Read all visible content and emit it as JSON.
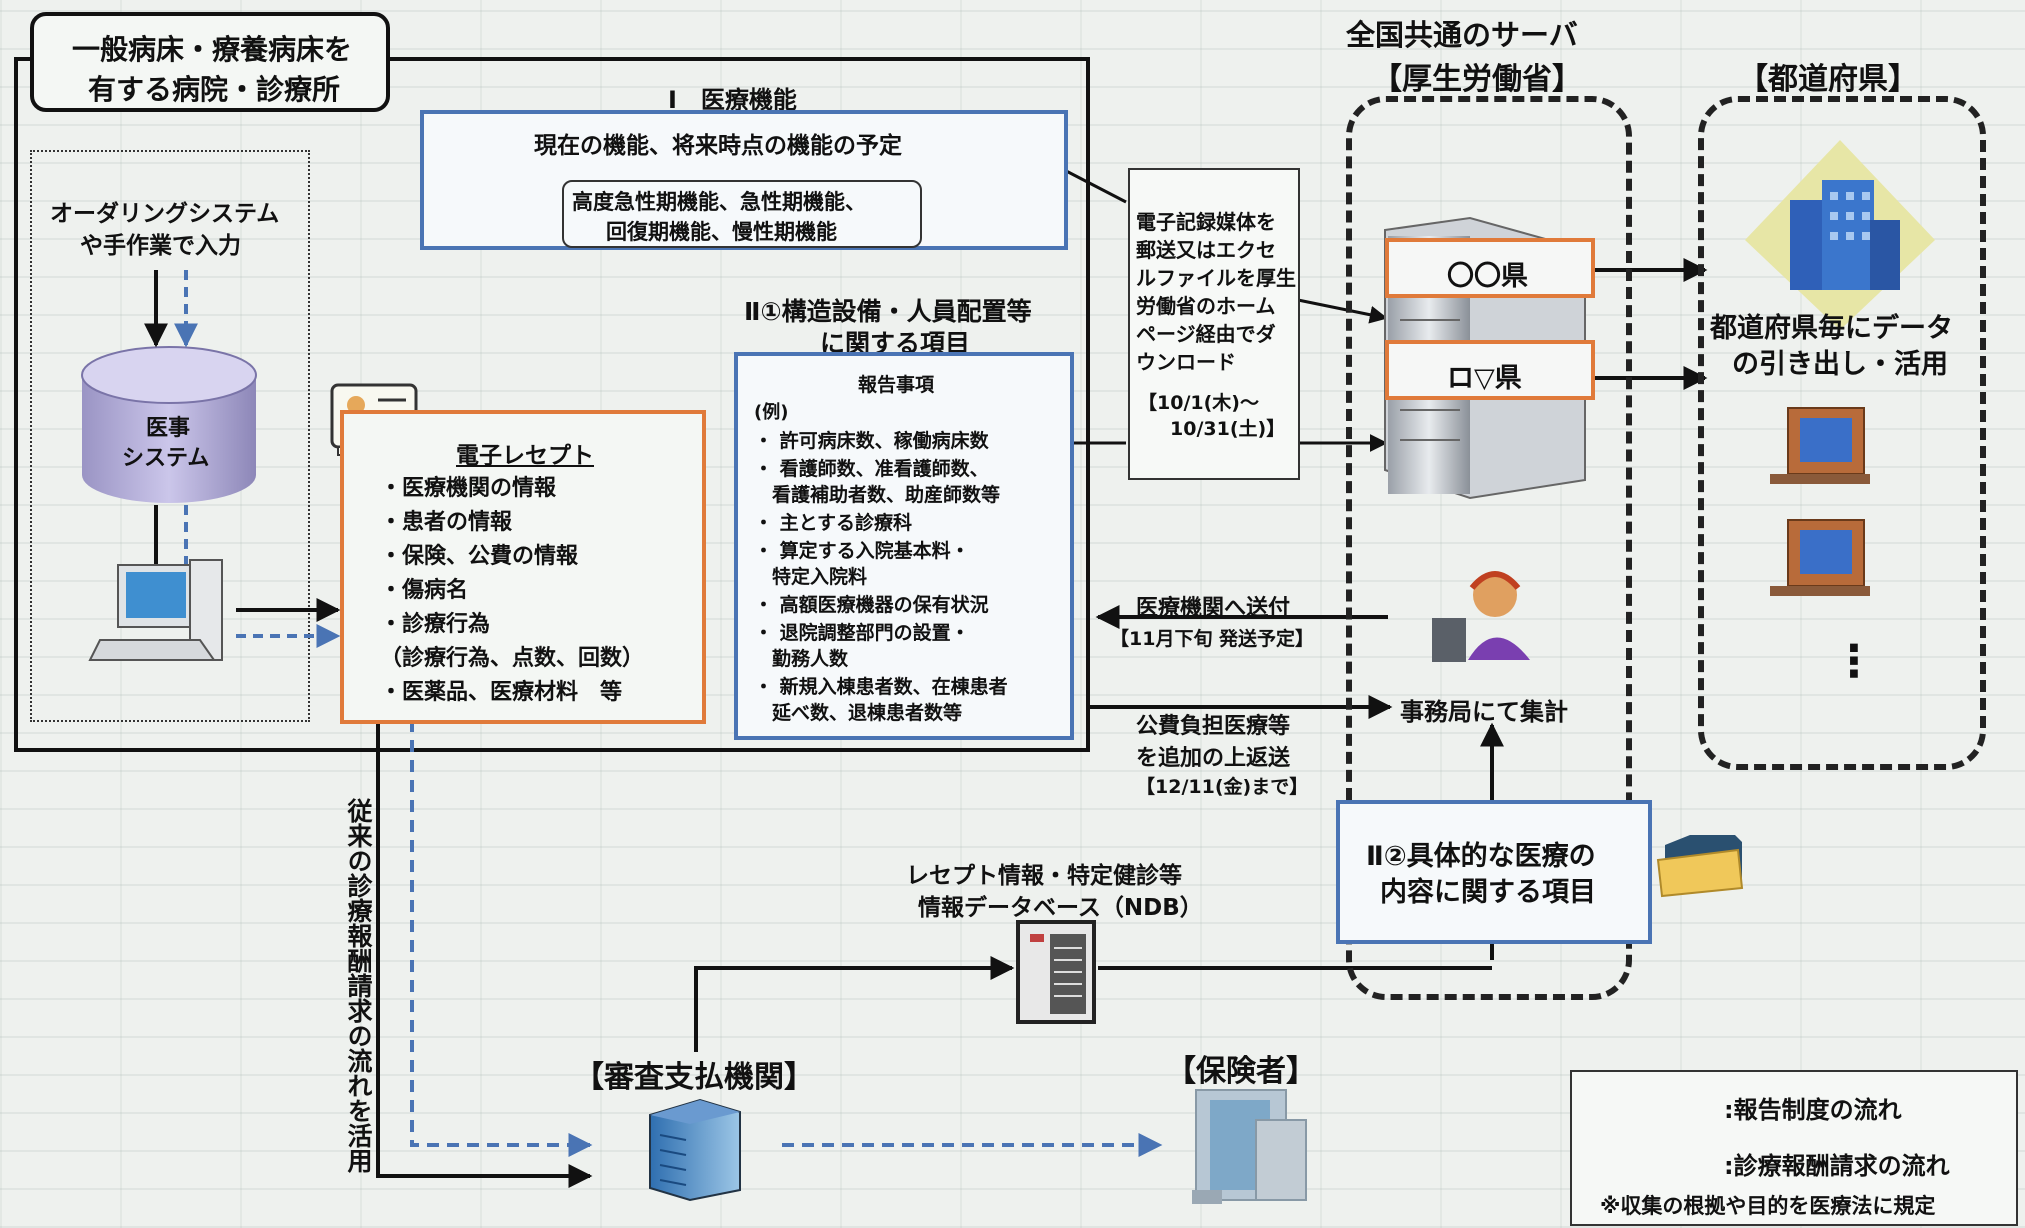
{
  "hospital_title_line1": "一般病床・療養病床を",
  "hospital_title_line2": "有する病院・診療所",
  "ordering_line1": "オーダリングシステム",
  "ordering_line2": "や手作業で入力",
  "medical_system_line1": "医事",
  "medical_system_line2": "システム",
  "section1": {
    "title": "Ⅰ　医療機能",
    "note": "現在の機能、将来時点の機能の予定",
    "functions_line1": "高度急性期機能、急性期機能、",
    "functions_line2": "回復期機能、慢性期機能"
  },
  "section2_1": {
    "title_line1": "Ⅱ①構造設備・人員配置等",
    "title_line2": "に関する項目",
    "header": "報告事項",
    "example": "(例)",
    "items": [
      "・ 許可病床数、稼働病床数",
      "・ 看護師数、准看護師数、",
      "看護補助者数、助産師数等",
      "・ 主とする診療科",
      "・ 算定する入院基本料・",
      "特定入院料",
      "・ 高額医療機器の保有状況",
      "・ 退院調整部門の設置・",
      "勤務人数",
      "・ 新規入棟患者数、在棟患者",
      "延べ数、退棟患者数等"
    ]
  },
  "receipt": {
    "title": "電子レセプト",
    "items": [
      "・医療機関の情報",
      "・患者の情報",
      "・保険、公費の情報",
      "・傷病名",
      "・診療行為",
      "（診療行為、点数、回数）",
      "・医薬品、医療材料　等"
    ]
  },
  "mail_note": {
    "lines": [
      "電子記録媒体を",
      "郵送又はエクセ",
      "ルファイルを厚生",
      "労働省のホーム",
      "ページ経由でダ",
      "ウンロード"
    ],
    "period_line1": "【10/1(木)～",
    "period_line2": "10/31(土)】"
  },
  "server": {
    "title_line1": "全国共通のサーバ",
    "title_line2": "【厚生労働省】",
    "pref1": "〇〇県",
    "pref2": "ロ▽県"
  },
  "prefecture": {
    "title": "【都道府県】",
    "desc_line1": "都道府県毎にデータ",
    "desc_line2": "の引き出し・活用",
    "more": "⋮"
  },
  "send_to_hospital": "医療機関へ送付",
  "send_date": "【11月下旬 発送予定】",
  "secretariat": "事務局にて集計",
  "return_note_line1": "公費負担医療等",
  "return_note_line2": "を追加の上返送",
  "return_date": "【12/11(金)まで】",
  "section2_2": {
    "line1": "Ⅱ②具体的な医療の",
    "line2": "内容に関する項目"
  },
  "ndb": {
    "line1": "レセプト情報・特定健診等",
    "line2": "情報データベース（NDB）"
  },
  "reviewer": "【審査支払機関】",
  "insurer": "【保険者】",
  "vertical_note": "従来の診療報酬請求の流れを活用",
  "legend": {
    "report_flow": ":報告制度の流れ",
    "claims_flow": ":診療報酬請求の流れ",
    "footnote": "※収集の根拠や目的を医療法に規定"
  },
  "colors": {
    "orange": "#e07a3a",
    "blue": "#4a74b4",
    "dark": "#111111"
  }
}
